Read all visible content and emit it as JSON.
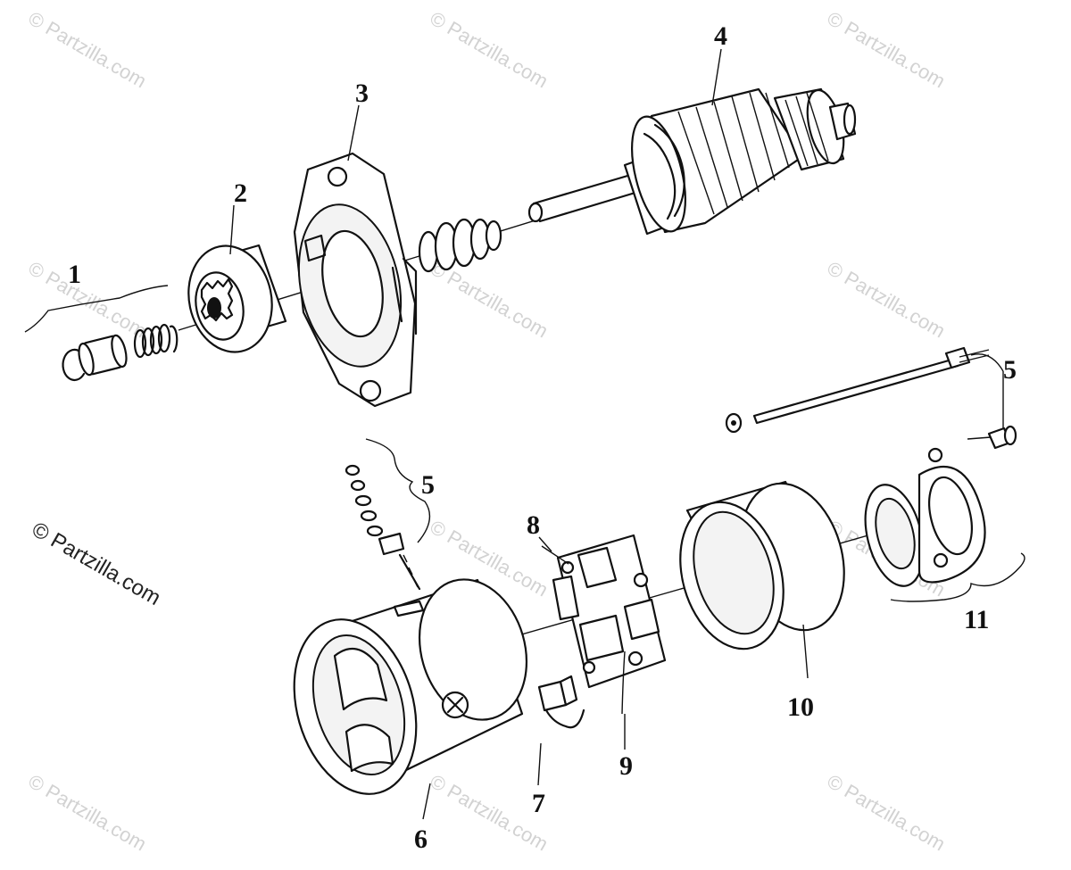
{
  "watermark": {
    "text": "© Partzilla.com",
    "prominent_text": "© Partzilla.com"
  },
  "callouts": {
    "c1": "1",
    "c2": "2",
    "c3": "3",
    "c4": "4",
    "c5a": "5",
    "c5b": "5",
    "c6": "6",
    "c7": "7",
    "c8": "8",
    "c9": "9",
    "c10": "10",
    "c11": "11"
  },
  "colors": {
    "ink": "#111111",
    "background": "#ffffff",
    "watermark": "#d2d2d2"
  }
}
